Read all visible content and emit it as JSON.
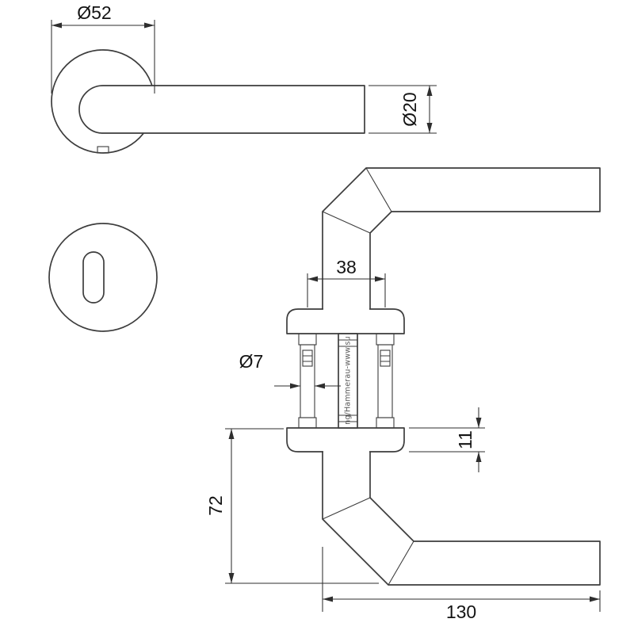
{
  "drawing": {
    "dimensions": {
      "rose_diameter": "Ø52",
      "tube_diameter": "Ø20",
      "screw_spacing": "38",
      "pin_diameter": "Ø7",
      "rose_height": "11",
      "projection": "72",
      "lever_length": "130"
    },
    "watermark": "ng/Hammerau-www.su",
    "colors": {
      "line": "#3d3d3d",
      "dimension": "#2e2e2e",
      "background": "#ffffff"
    }
  }
}
